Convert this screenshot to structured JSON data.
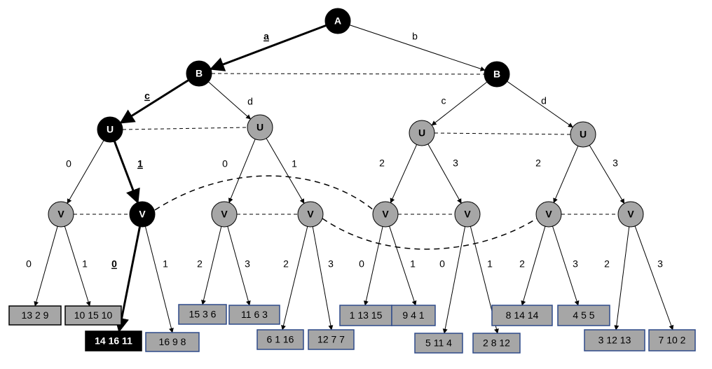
{
  "colors": {
    "highlight": "#000000",
    "node_fill": "#a6a6a6",
    "leaf_fill": "#a6a6a6",
    "leaf_border_blue": "#2f4a8a",
    "text_dark": "#000000",
    "text_light": "#ffffff"
  },
  "nodes": [
    {
      "id": "A",
      "label": "A",
      "highlight": true
    },
    {
      "id": "B1",
      "label": "B",
      "highlight": true
    },
    {
      "id": "B2",
      "label": "B",
      "highlight": true
    },
    {
      "id": "U1",
      "label": "U",
      "highlight": true
    },
    {
      "id": "U2",
      "label": "U",
      "highlight": false
    },
    {
      "id": "U3",
      "label": "U",
      "highlight": false
    },
    {
      "id": "U4",
      "label": "U",
      "highlight": false
    },
    {
      "id": "V1",
      "label": "V",
      "highlight": false
    },
    {
      "id": "V2",
      "label": "V",
      "highlight": true
    },
    {
      "id": "V3",
      "label": "V",
      "highlight": false
    },
    {
      "id": "V4",
      "label": "V",
      "highlight": false
    },
    {
      "id": "V5",
      "label": "V",
      "highlight": false
    },
    {
      "id": "V6",
      "label": "V",
      "highlight": false
    },
    {
      "id": "V7",
      "label": "V",
      "highlight": false
    },
    {
      "id": "V8",
      "label": "V",
      "highlight": false
    }
  ],
  "leaves": [
    {
      "id": "L1",
      "label": "13 2 9",
      "highlight": false
    },
    {
      "id": "L2",
      "label": "10 15 10",
      "highlight": false
    },
    {
      "id": "L3",
      "label": "14 16 11",
      "highlight": true
    },
    {
      "id": "L4",
      "label": "16 9 8",
      "highlight": false
    },
    {
      "id": "L5",
      "label": "15 3 6",
      "highlight": false
    },
    {
      "id": "L6",
      "label": "11 6 3",
      "highlight": false
    },
    {
      "id": "L7",
      "label": "6 1 16",
      "highlight": false
    },
    {
      "id": "L8",
      "label": "12 7 7",
      "highlight": false
    },
    {
      "id": "L9",
      "label": "1 13 15",
      "highlight": false
    },
    {
      "id": "L10",
      "label": "9 4 1",
      "highlight": false
    },
    {
      "id": "L11",
      "label": "5 11 4",
      "highlight": false
    },
    {
      "id": "L12",
      "label": "2 8 12",
      "highlight": false
    },
    {
      "id": "L13",
      "label": "8 14 14",
      "highlight": false
    },
    {
      "id": "L14",
      "label": "4 5 5",
      "highlight": false
    },
    {
      "id": "L15",
      "label": "3 12 13",
      "highlight": false
    },
    {
      "id": "L16",
      "label": "7 10 2",
      "highlight": false
    }
  ],
  "edges": [
    {
      "from": "A",
      "to": "B1",
      "label": "a",
      "bold": true
    },
    {
      "from": "A",
      "to": "B2",
      "label": "b",
      "bold": false
    },
    {
      "from": "B1",
      "to": "U1",
      "label": "c",
      "bold": true
    },
    {
      "from": "B1",
      "to": "U2",
      "label": "d",
      "bold": false
    },
    {
      "from": "B2",
      "to": "U3",
      "label": "c",
      "bold": false
    },
    {
      "from": "B2",
      "to": "U4",
      "label": "d",
      "bold": false
    },
    {
      "from": "U1",
      "to": "V1",
      "label": "0",
      "bold": false
    },
    {
      "from": "U1",
      "to": "V2",
      "label": "1",
      "bold": true
    },
    {
      "from": "U2",
      "to": "V3",
      "label": "0",
      "bold": false
    },
    {
      "from": "U2",
      "to": "V4",
      "label": "1",
      "bold": false
    },
    {
      "from": "U3",
      "to": "V5",
      "label": "2",
      "bold": false
    },
    {
      "from": "U3",
      "to": "V6",
      "label": "3",
      "bold": false
    },
    {
      "from": "U4",
      "to": "V7",
      "label": "2",
      "bold": false
    },
    {
      "from": "U4",
      "to": "V8",
      "label": "3",
      "bold": false
    },
    {
      "from": "V1",
      "to": "L1",
      "label": "0",
      "bold": false
    },
    {
      "from": "V1",
      "to": "L2",
      "label": "1",
      "bold": false
    },
    {
      "from": "V2",
      "to": "L3",
      "label": "0",
      "bold": true
    },
    {
      "from": "V2",
      "to": "L4",
      "label": "1",
      "bold": false
    },
    {
      "from": "V3",
      "to": "L5",
      "label": "2",
      "bold": false
    },
    {
      "from": "V3",
      "to": "L6",
      "label": "3",
      "bold": false
    },
    {
      "from": "V4",
      "to": "L7",
      "label": "2",
      "bold": false
    },
    {
      "from": "V4",
      "to": "L8",
      "label": "3",
      "bold": false
    },
    {
      "from": "V5",
      "to": "L9",
      "label": "0",
      "bold": false
    },
    {
      "from": "V5",
      "to": "L10",
      "label": "1",
      "bold": false
    },
    {
      "from": "V6",
      "to": "L11",
      "label": "0",
      "bold": false
    },
    {
      "from": "V6",
      "to": "L12",
      "label": "1",
      "bold": false
    },
    {
      "from": "V7",
      "to": "L13",
      "label": "2",
      "bold": false
    },
    {
      "from": "V7",
      "to": "L14",
      "label": "3",
      "bold": false
    },
    {
      "from": "V8",
      "to": "L15",
      "label": "2",
      "bold": false
    },
    {
      "from": "V8",
      "to": "L16",
      "label": "3",
      "bold": false
    }
  ],
  "info_sets": [
    {
      "nodes": [
        "B1",
        "B2"
      ]
    },
    {
      "nodes": [
        "U1",
        "U2"
      ]
    },
    {
      "nodes": [
        "U3",
        "U4"
      ]
    },
    {
      "nodes": [
        "V1",
        "V2"
      ]
    },
    {
      "nodes": [
        "V3",
        "V4"
      ]
    },
    {
      "nodes": [
        "V5",
        "V6"
      ]
    },
    {
      "nodes": [
        "V7",
        "V8"
      ]
    },
    {
      "nodes": [
        "V2",
        "V5"
      ]
    },
    {
      "nodes": [
        "V4",
        "V7"
      ]
    }
  ]
}
